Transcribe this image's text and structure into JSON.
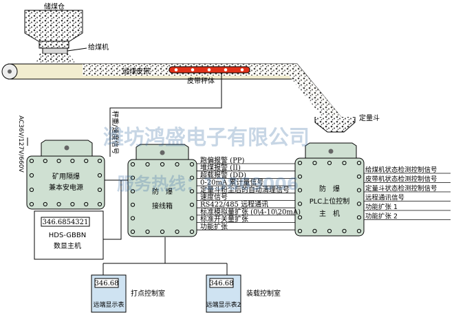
{
  "labels": {
    "bunker": "储煤仓",
    "feeder": "给煤机",
    "conveyor": "运煤皮带",
    "belt_scale": "皮带秤体",
    "dosing_hopper": "定量斗",
    "power_cable": "AC36V/127V/660V",
    "speed_signal": "秤重/速度信号"
  },
  "power_box": {
    "line1": "矿用隔爆",
    "line2": "兼本安电源"
  },
  "main_unit": {
    "reading": "346.6854321",
    "model": "HDS-GBBN",
    "name": "数显主机"
  },
  "junction_box": {
    "line1": "防　爆",
    "line2": "接线箱"
  },
  "plc_host": {
    "line1": "防　爆",
    "line2": "PLC上位控制",
    "line3": "主　机"
  },
  "middle_signals": [
    "跑偏报警 (PP)",
    "堆煤报警 (II)",
    "超载报警 (DD)",
    "0-20mA 累计量信号",
    "定量斗粉尘后的自动清理信号",
    "速度信号",
    "RS422/485 远程通讯",
    "标准模拟量扩张 (0\\4-10\\20mA)",
    "标准开关量扩张",
    "功能扩张"
  ],
  "right_signals": [
    "给煤机状态检测控制信号",
    "皮带机状态检测控制信号",
    "定量斗状态检测控制信号",
    "远程通讯信号",
    "功能扩张 1",
    "功能扩张 2"
  ],
  "remote_displays": [
    {
      "reading": "346.68",
      "caption": "远端显示表",
      "room": "打点控制室"
    },
    {
      "reading": "346.68",
      "caption": "远端显示表2",
      "room": "装载控制室"
    }
  ],
  "watermark": {
    "company": "潍坊鸿盛电子有限公司",
    "hotline": "服务热线：13869006"
  }
}
